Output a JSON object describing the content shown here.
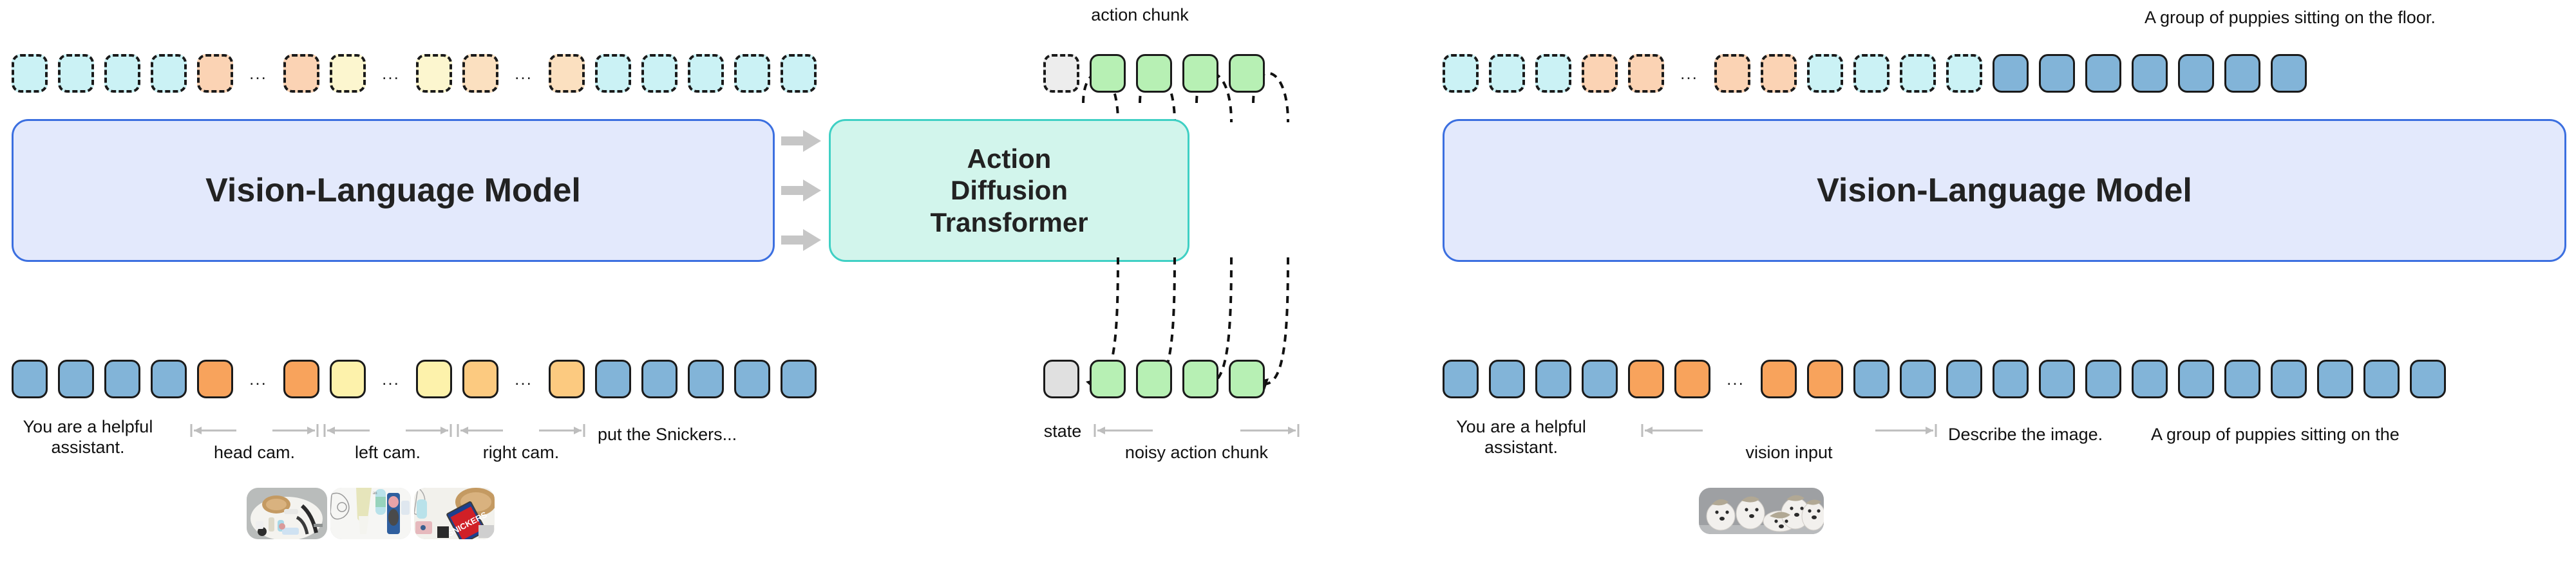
{
  "diagram": {
    "left_panel": {
      "model_label": "Vision-Language Model",
      "top_tokens": [
        {
          "kind": "dashed",
          "color": "cyan"
        },
        {
          "kind": "dashed",
          "color": "cyan"
        },
        {
          "kind": "dashed",
          "color": "cyan"
        },
        {
          "kind": "dashed",
          "color": "cyan"
        },
        {
          "kind": "dashed",
          "color": "orange"
        },
        {
          "kind": "ellipsis",
          "text": "..."
        },
        {
          "kind": "dashed",
          "color": "orange"
        },
        {
          "kind": "dashed",
          "color": "yellow"
        },
        {
          "kind": "ellipsis",
          "text": "..."
        },
        {
          "kind": "dashed",
          "color": "yellow"
        },
        {
          "kind": "dashed",
          "color": "lorange"
        },
        {
          "kind": "ellipsis",
          "text": "..."
        },
        {
          "kind": "dashed",
          "color": "lorange"
        },
        {
          "kind": "dashed",
          "color": "cyan"
        },
        {
          "kind": "dashed",
          "color": "cyan"
        },
        {
          "kind": "dashed",
          "color": "cyan"
        },
        {
          "kind": "dashed",
          "color": "cyan"
        },
        {
          "kind": "dashed",
          "color": "cyan"
        }
      ],
      "bottom_tokens": [
        {
          "kind": "solid",
          "color": "blue"
        },
        {
          "kind": "solid",
          "color": "blue"
        },
        {
          "kind": "solid",
          "color": "blue"
        },
        {
          "kind": "solid",
          "color": "blue"
        },
        {
          "kind": "solid",
          "color": "orange"
        },
        {
          "kind": "ellipsis",
          "text": "..."
        },
        {
          "kind": "solid",
          "color": "orange"
        },
        {
          "kind": "solid",
          "color": "yellow"
        },
        {
          "kind": "ellipsis",
          "text": "..."
        },
        {
          "kind": "solid",
          "color": "yellow"
        },
        {
          "kind": "solid",
          "color": "lorange"
        },
        {
          "kind": "ellipsis",
          "text": "..."
        },
        {
          "kind": "solid",
          "color": "lorange"
        },
        {
          "kind": "solid",
          "color": "blue"
        },
        {
          "kind": "solid",
          "color": "blue"
        },
        {
          "kind": "solid",
          "color": "blue"
        },
        {
          "kind": "solid",
          "color": "blue"
        },
        {
          "kind": "solid",
          "color": "blue"
        }
      ],
      "system_prompt": "You are a helpful\nassistant.",
      "span_labels": [
        "head cam.",
        "left cam.",
        "right cam."
      ],
      "task_prompt": "put the Snickers...",
      "thumbnail_alts": [
        "head camera view",
        "left camera view",
        "right camera view"
      ]
    },
    "middle_panel": {
      "model_label": "Action\nDiffusion\nTransformer",
      "top_label": "action chunk",
      "bottom_label": "noisy action chunk",
      "state_label": "state",
      "top_tokens": [
        {
          "kind": "dashed",
          "color": "grey"
        },
        {
          "kind": "solid",
          "color": "green"
        },
        {
          "kind": "solid",
          "color": "green"
        },
        {
          "kind": "solid",
          "color": "green"
        },
        {
          "kind": "solid",
          "color": "green"
        }
      ],
      "bottom_tokens": [
        {
          "kind": "solid",
          "color": "grey"
        },
        {
          "kind": "solid",
          "color": "green"
        },
        {
          "kind": "solid",
          "color": "green"
        },
        {
          "kind": "solid",
          "color": "green"
        },
        {
          "kind": "solid",
          "color": "green"
        }
      ],
      "feed_arrow_count": 3
    },
    "right_panel": {
      "model_label": "Vision-Language Model",
      "caption_output": "A group of puppies sitting on the floor.",
      "top_tokens": [
        {
          "kind": "dashed",
          "color": "cyan"
        },
        {
          "kind": "dashed",
          "color": "cyan"
        },
        {
          "kind": "dashed",
          "color": "cyan"
        },
        {
          "kind": "dashed",
          "color": "orange"
        },
        {
          "kind": "dashed",
          "color": "orange"
        },
        {
          "kind": "ellipsis",
          "text": "..."
        },
        {
          "kind": "dashed",
          "color": "orange"
        },
        {
          "kind": "dashed",
          "color": "orange"
        },
        {
          "kind": "dashed",
          "color": "cyan"
        },
        {
          "kind": "dashed",
          "color": "cyan"
        },
        {
          "kind": "dashed",
          "color": "cyan"
        },
        {
          "kind": "dashed",
          "color": "cyan"
        },
        {
          "kind": "solid",
          "color": "blue"
        },
        {
          "kind": "solid",
          "color": "blue"
        },
        {
          "kind": "solid",
          "color": "blue"
        },
        {
          "kind": "solid",
          "color": "blue"
        },
        {
          "kind": "solid",
          "color": "blue"
        },
        {
          "kind": "solid",
          "color": "blue"
        },
        {
          "kind": "solid",
          "color": "blue"
        }
      ],
      "bottom_tokens": [
        {
          "kind": "solid",
          "color": "blue"
        },
        {
          "kind": "solid",
          "color": "blue"
        },
        {
          "kind": "solid",
          "color": "blue"
        },
        {
          "kind": "solid",
          "color": "blue"
        },
        {
          "kind": "solid",
          "color": "orange"
        },
        {
          "kind": "solid",
          "color": "orange"
        },
        {
          "kind": "ellipsis",
          "text": "..."
        },
        {
          "kind": "solid",
          "color": "orange"
        },
        {
          "kind": "solid",
          "color": "orange"
        },
        {
          "kind": "solid",
          "color": "blue"
        },
        {
          "kind": "solid",
          "color": "blue"
        },
        {
          "kind": "solid",
          "color": "blue"
        },
        {
          "kind": "solid",
          "color": "blue"
        },
        {
          "kind": "solid",
          "color": "blue"
        },
        {
          "kind": "solid",
          "color": "blue"
        },
        {
          "kind": "solid",
          "color": "blue"
        },
        {
          "kind": "solid",
          "color": "blue"
        },
        {
          "kind": "solid",
          "color": "blue"
        },
        {
          "kind": "solid",
          "color": "blue"
        },
        {
          "kind": "solid",
          "color": "blue"
        },
        {
          "kind": "solid",
          "color": "blue"
        },
        {
          "kind": "solid",
          "color": "blue"
        }
      ],
      "system_prompt": "You are a helpful\nassistant.",
      "span_label": "vision input",
      "instruction": "Describe the image.",
      "answer": "A group of puppies sitting on the",
      "thumbnail_alt": "group of husky puppies sitting on the floor"
    },
    "colors": {
      "vlm_fill": "#e3e9fc",
      "vlm_border": "#3b6fe0",
      "adt_fill": "#d2f5ec",
      "adt_border": "#3fd0c4",
      "token_blue": "#82b4d8",
      "token_orange": "#f8a35c",
      "token_yellow": "#fdf2ab",
      "token_light_orange": "#fcca80",
      "token_green": "#b7f0b4",
      "token_cyan_dashed": "#cbf2f5",
      "token_grey": "#e0e0e0",
      "arrow_grey": "#bdbdbd"
    }
  }
}
